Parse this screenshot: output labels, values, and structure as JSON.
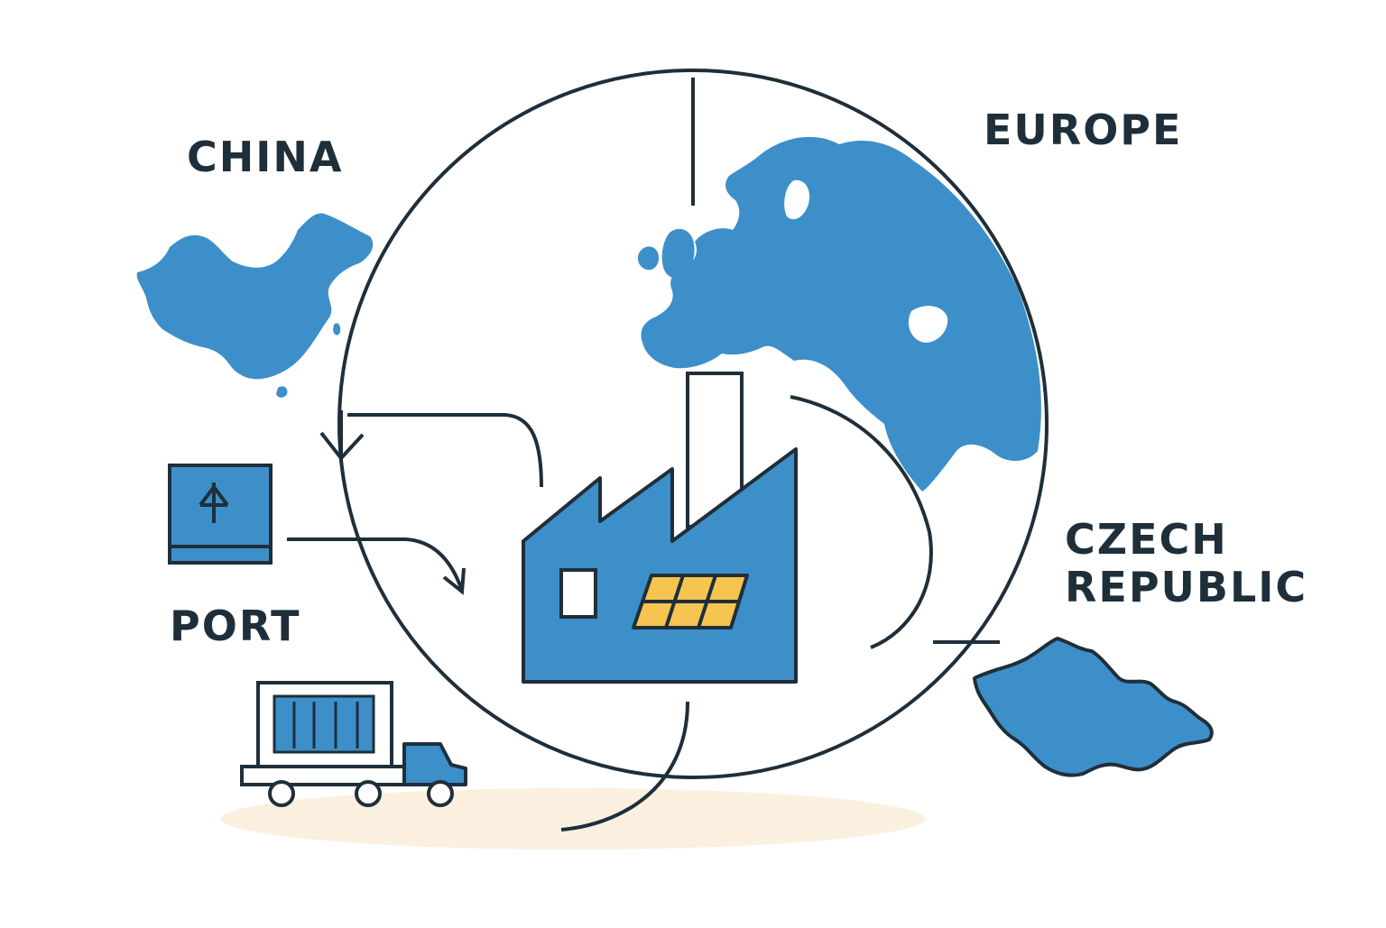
{
  "labels": {
    "china": "CHINA",
    "europe": "EUROPE",
    "port": "PORT",
    "czech_line1": "CZECH",
    "czech_line2": "REPUBLIC"
  },
  "colors": {
    "map_blue": "#3d8fc9",
    "outline": "#1f2f3a",
    "panel_yellow": "#f5c451",
    "ground": "#fbf0e0",
    "background": "#ffffff"
  },
  "icons": {
    "factory": "factory-icon",
    "truck": "truck-icon",
    "port": "ship-anchor-icon",
    "solar": "solar-panel-icon"
  }
}
